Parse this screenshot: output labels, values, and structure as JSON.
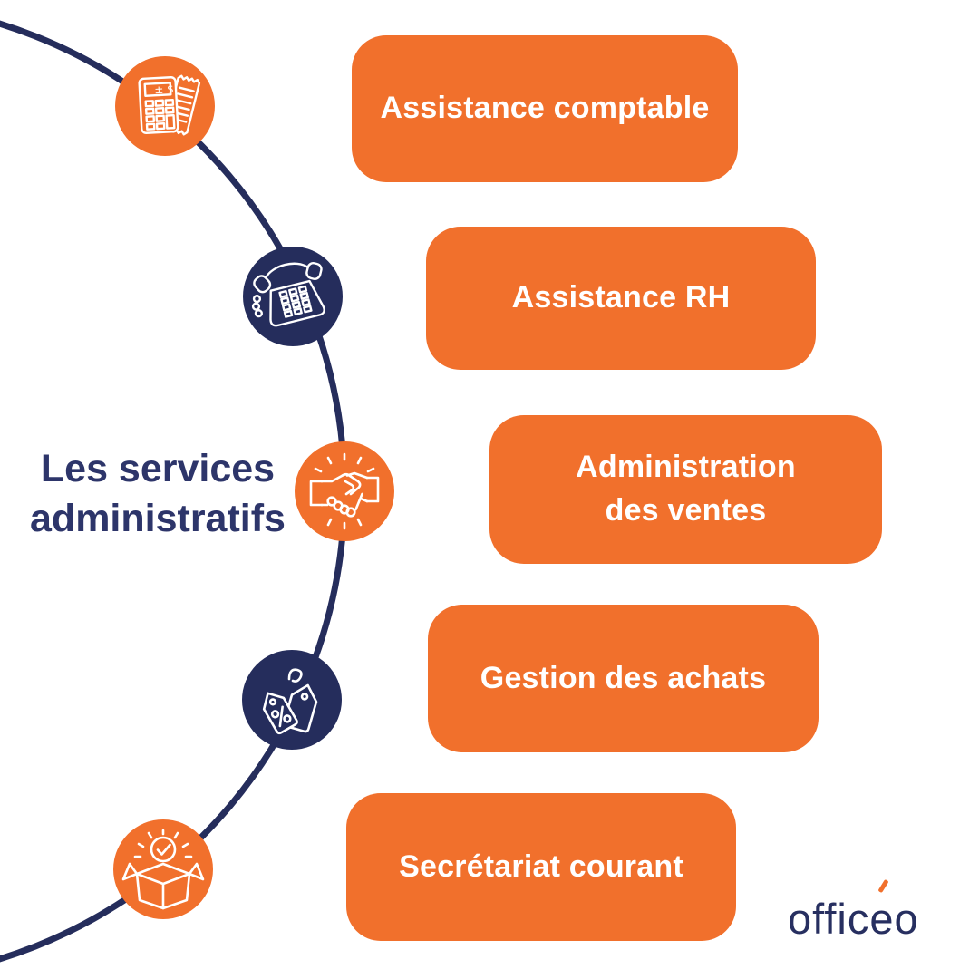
{
  "colors": {
    "orange": "#F1702C",
    "navy": "#252D5C",
    "title_navy": "#2D356A",
    "text_on_pill": "#FFFFFF",
    "background": "#FFFFFF"
  },
  "title": {
    "line1": "Les services",
    "line2": "administratifs"
  },
  "services": [
    {
      "label": "Assistance comptable",
      "icon": "calculator-receipt-icon",
      "circle_color": "orange"
    },
    {
      "label": "Assistance RH",
      "icon": "telephone-icon",
      "circle_color": "navy"
    },
    {
      "label": "Administration\ndes ventes",
      "icon": "handshake-icon",
      "circle_color": "orange"
    },
    {
      "label": "Gestion des achats",
      "icon": "price-tags-icon",
      "circle_color": "navy"
    },
    {
      "label": "Secrétariat courant",
      "icon": "open-box-check-icon",
      "circle_color": "orange"
    }
  ],
  "logo": {
    "text": "officéo",
    "prefix": "offic",
    "mid": "e",
    "suffix": "o"
  }
}
